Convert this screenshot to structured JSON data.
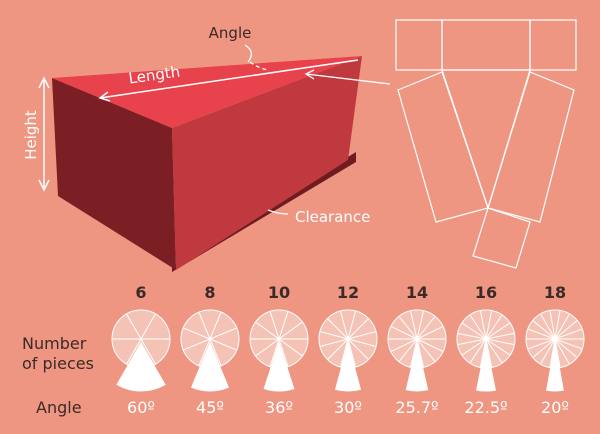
{
  "colors": {
    "background": "#ee9682",
    "box_top": "#e8434c",
    "box_front": "#c0393e",
    "box_side": "#7c1f24",
    "box_base": "#6e1b22",
    "outline": "#ffffff",
    "label_dark": "#3a2a28"
  },
  "box_labels": {
    "angle": "Angle",
    "length": "Length",
    "height": "Height",
    "clearance": "Clearance"
  },
  "row_labels": {
    "number_line1": "Number",
    "number_line2": "of pieces",
    "angle": "Angle"
  },
  "pieces": [
    {
      "count": "6",
      "angle_label": "60º"
    },
    {
      "count": "8",
      "angle_label": "45º"
    },
    {
      "count": "10",
      "angle_label": "36º"
    },
    {
      "count": "12",
      "angle_label": "30º"
    },
    {
      "count": "14",
      "angle_label": "25.7º"
    },
    {
      "count": "16",
      "angle_label": "22.5º"
    },
    {
      "count": "18",
      "angle_label": "20º"
    }
  ]
}
